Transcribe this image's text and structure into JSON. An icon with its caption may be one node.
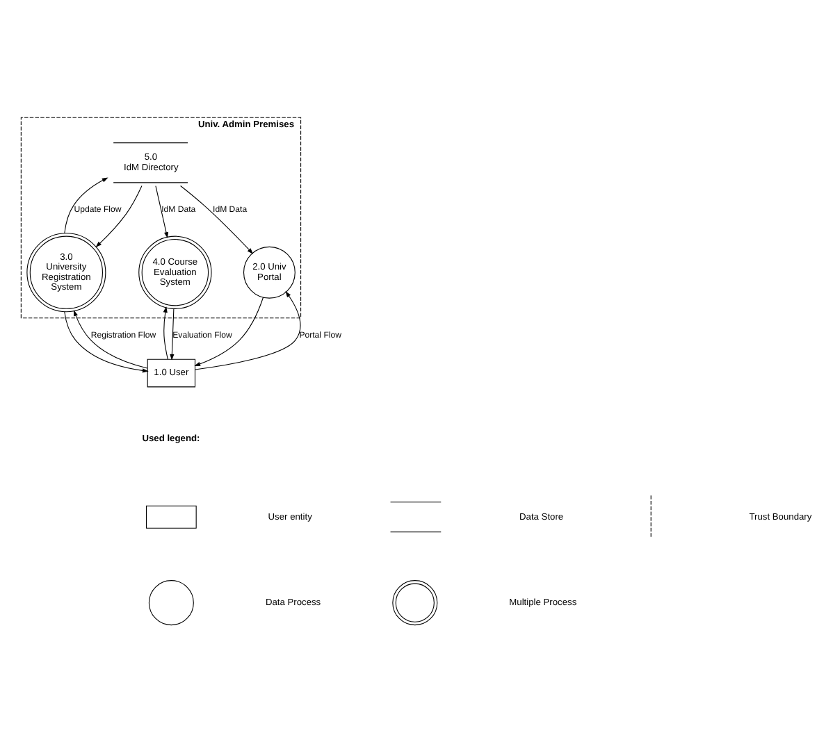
{
  "diagram": {
    "nodes": [
      {
        "text": [
          "Univ. Admin Premises"
        ]
      },
      {
        "text": [
          "5.0 IdM Directory"
        ],
        "in": 0
      },
      {
        "text": [
          "3.0 University Registration System"
        ],
        "in": 0
      },
      {
        "text": [
          "4.0 Course Evaluation System"
        ],
        "in": 0
      },
      {
        "text": [
          "2.0 Univ Portal"
        ],
        "in": 0
      },
      {
        "text": [
          "1.0 User"
        ]
      },
      {
        "text": [],
        "shape": "box"
      },
      {
        "text": [],
        "shape": "circle"
      },
      {
        "text": [],
        "shape": "doublecircle"
      }
    ],
    "edges": [
      {
        "from": 2,
        "to": 1,
        "arrow": "to",
        "label": "Update Flow"
      },
      {
        "from": 1,
        "to": 2,
        "arrow": "to"
      },
      {
        "from": 1,
        "to": 3,
        "arrow": "to",
        "label": "IdM Data"
      },
      {
        "from": 1,
        "to": 4,
        "arrow": "to",
        "label": "IdM Data"
      },
      {
        "from": 5,
        "to": 4,
        "arrow": "to",
        "label": "Portal Flow"
      },
      {
        "from": 4,
        "to": 5,
        "arrow": "to"
      },
      {
        "from": 5,
        "to": 2,
        "arrow": "to",
        "label": "Registration Flow"
      },
      {
        "from": 2,
        "to": 5,
        "arrow": "to"
      },
      {
        "from": 5,
        "to": 3,
        "arrow": "to"
      },
      {
        "from": 3,
        "to": 5,
        "arrow": "to",
        "label": "Evaluation Flow"
      }
    ],
    "labels": [
      "Used legend:"
    ],
    "legend": [
      {
        "text": "User entity"
      },
      {
        "text": "Data Store"
      },
      {
        "text": "Trust Boundary"
      },
      {
        "text": "Data Process"
      },
      {
        "text": "Multiple Process"
      }
    ]
  }
}
